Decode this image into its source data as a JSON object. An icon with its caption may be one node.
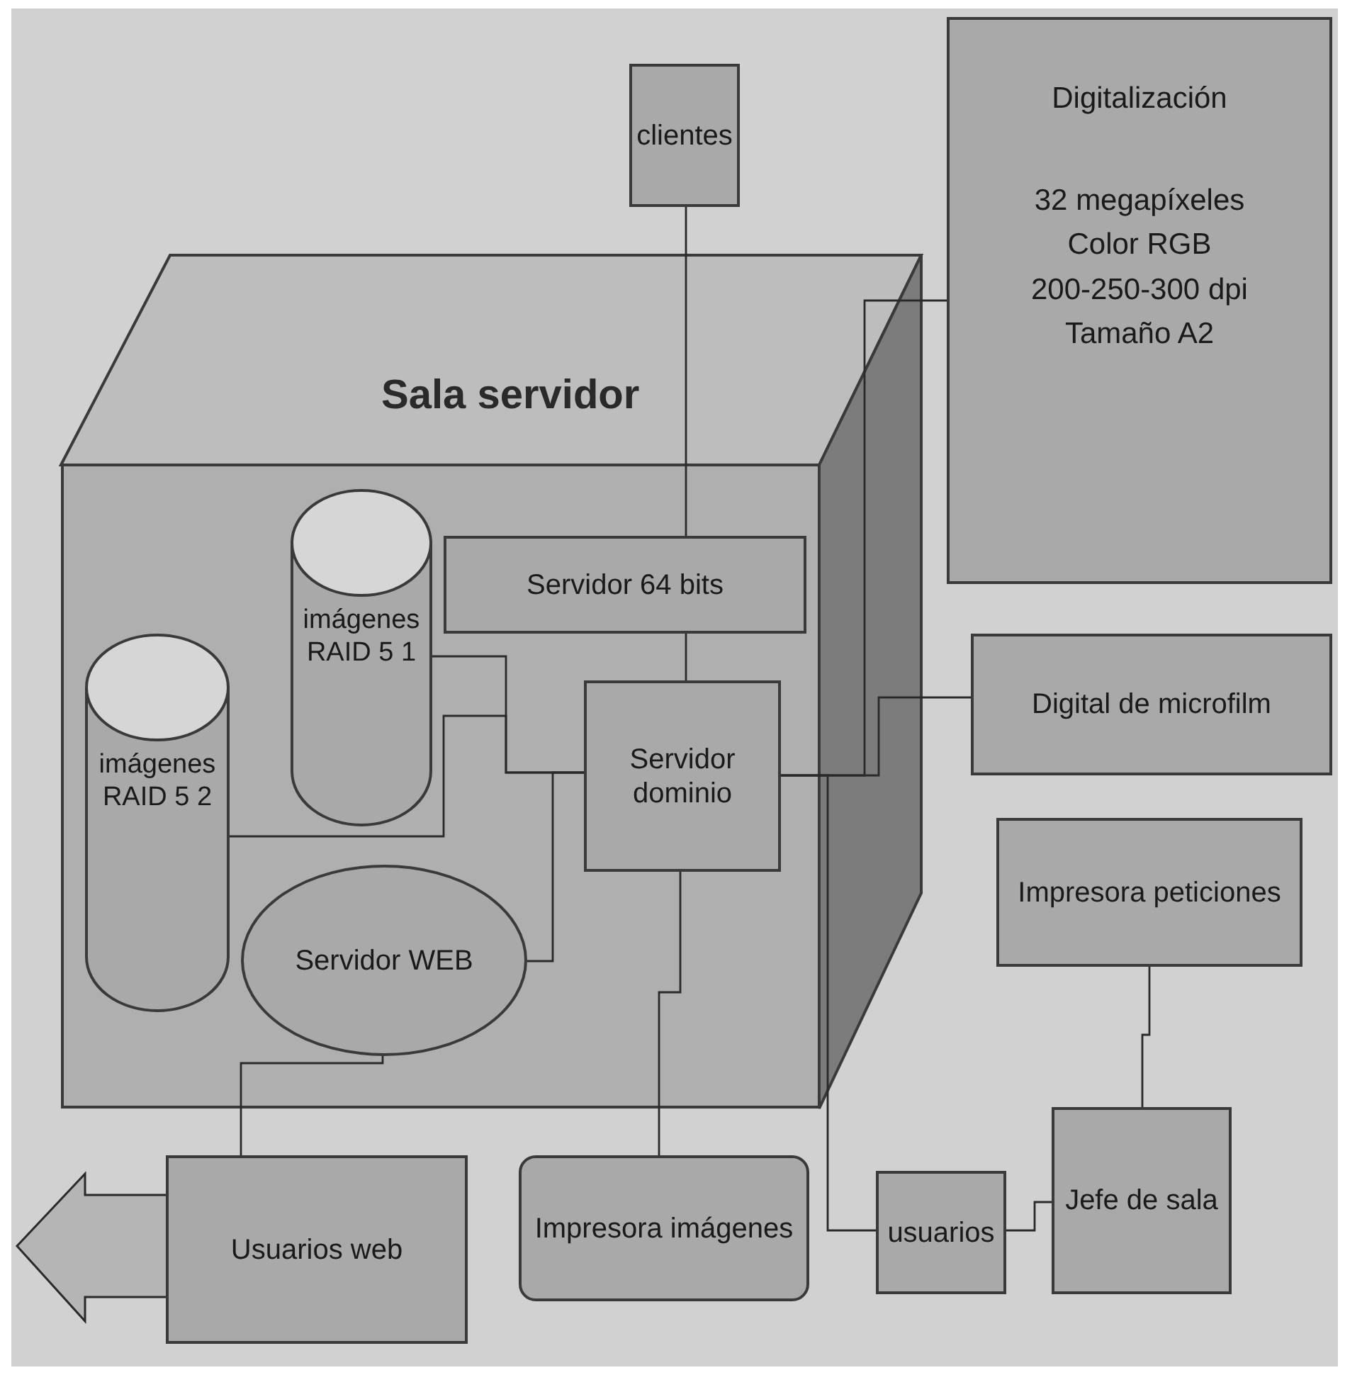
{
  "diagram": {
    "nodes": [
      {
        "text": [
          "Sala servidor"
        ]
      },
      {
        "text": [
          "clientes"
        ]
      },
      {
        "text": [
          "Digitalización",
          "32 megapíxeles Color RGB 200-250-300 dpi Tamaño A2"
        ]
      },
      {
        "text": [
          "imágenes RAID 5 1"
        ],
        "in": 0
      },
      {
        "text": [
          "Servidor 64 bits"
        ],
        "in": 0
      },
      {
        "text": [
          "imágenes RAID 5 2"
        ],
        "in": 0
      },
      {
        "text": [
          "Servidor dominio"
        ],
        "in": 0
      },
      {
        "text": [
          "Digital de microfilm"
        ]
      },
      {
        "text": [
          "Servidor WEB"
        ],
        "in": 0
      },
      {
        "text": [
          "Impresora peticiones"
        ]
      },
      {
        "text": [
          "Usuarios web"
        ]
      },
      {
        "text": [
          "Impresora imágenes"
        ]
      },
      {
        "text": [
          "usuarios"
        ]
      },
      {
        "text": [
          "Jefe de sala"
        ]
      }
    ],
    "edges": [
      {
        "from": 1,
        "to": 4,
        "arrow": "none"
      },
      {
        "from": 4,
        "to": 6,
        "arrow": "none"
      },
      {
        "from": 2,
        "to": 6,
        "arrow": "none"
      },
      {
        "from": 7,
        "to": 6,
        "arrow": "none"
      },
      {
        "from": 3,
        "to": 6,
        "arrow": "none"
      },
      {
        "from": 5,
        "to": 6,
        "arrow": "none"
      },
      {
        "from": 8,
        "to": 6,
        "arrow": "none"
      },
      {
        "from": 8,
        "to": 10,
        "arrow": "none"
      },
      {
        "from": 6,
        "to": 11,
        "arrow": "none"
      },
      {
        "from": 6,
        "to": 12,
        "arrow": "none"
      },
      {
        "from": 12,
        "to": 13,
        "arrow": "none"
      },
      {
        "from": 9,
        "to": 13,
        "arrow": "none"
      },
      {
        "from": 10,
        "to": null,
        "arrow": "to"
      }
    ]
  }
}
